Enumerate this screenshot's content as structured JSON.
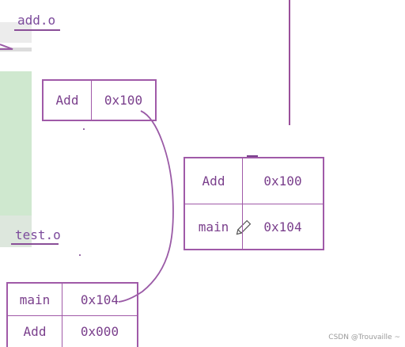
{
  "labels": {
    "add_o": "add.o",
    "test_o": "test.o"
  },
  "table_top": {
    "rows": [
      {
        "name": "Add",
        "addr": "0x100"
      }
    ]
  },
  "table_right": {
    "rows": [
      {
        "name": "Add",
        "addr": "0x100"
      },
      {
        "name": "main",
        "addr": "0x104"
      }
    ]
  },
  "table_bottom": {
    "rows": [
      {
        "name": "main",
        "addr": "0x104"
      },
      {
        "name": "Add",
        "addr": "0x000"
      }
    ]
  },
  "watermark": "CSDN @Trouvaille ~",
  "colors": {
    "ink": "#7a3f8c",
    "border": "#a05aa8",
    "panel": "#cfe8cf"
  }
}
